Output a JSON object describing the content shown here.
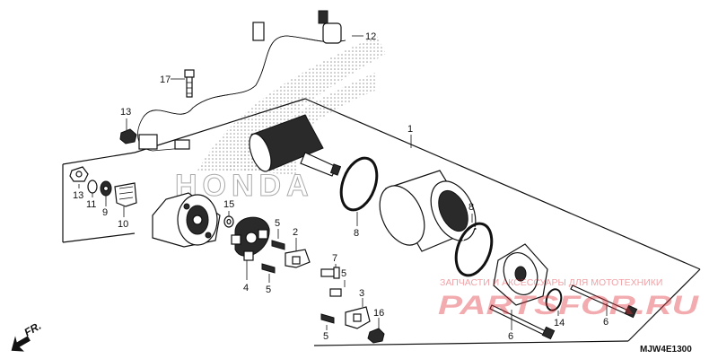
{
  "watermark": {
    "brand_text": "HONDA",
    "shop_caption": "ЗАПЧАСТИ И АКСЕССУАРЫ ДЛЯ МОТОТЕХНИКИ",
    "shop_logo": "PARTSFOR.RU"
  },
  "direction_label": "FR.",
  "diagram_code": "MJW4E1300",
  "callouts": {
    "p1": "1",
    "p2": "2",
    "p3": "3",
    "p4": "4",
    "p5a": "5",
    "p5b": "5",
    "p5c": "5",
    "p5d": "5",
    "p6a": "6",
    "p6b": "6",
    "p7": "7",
    "p8a": "8",
    "p8b": "8",
    "p9": "9",
    "p10": "10",
    "p11": "11",
    "p12": "12",
    "p13a": "13",
    "p13b": "13",
    "p14": "14",
    "p15": "15",
    "p16": "16",
    "p17": "17"
  },
  "colors": {
    "line": "#111111",
    "watermark_red": "#e0303a",
    "dot_pattern": "#999999"
  }
}
